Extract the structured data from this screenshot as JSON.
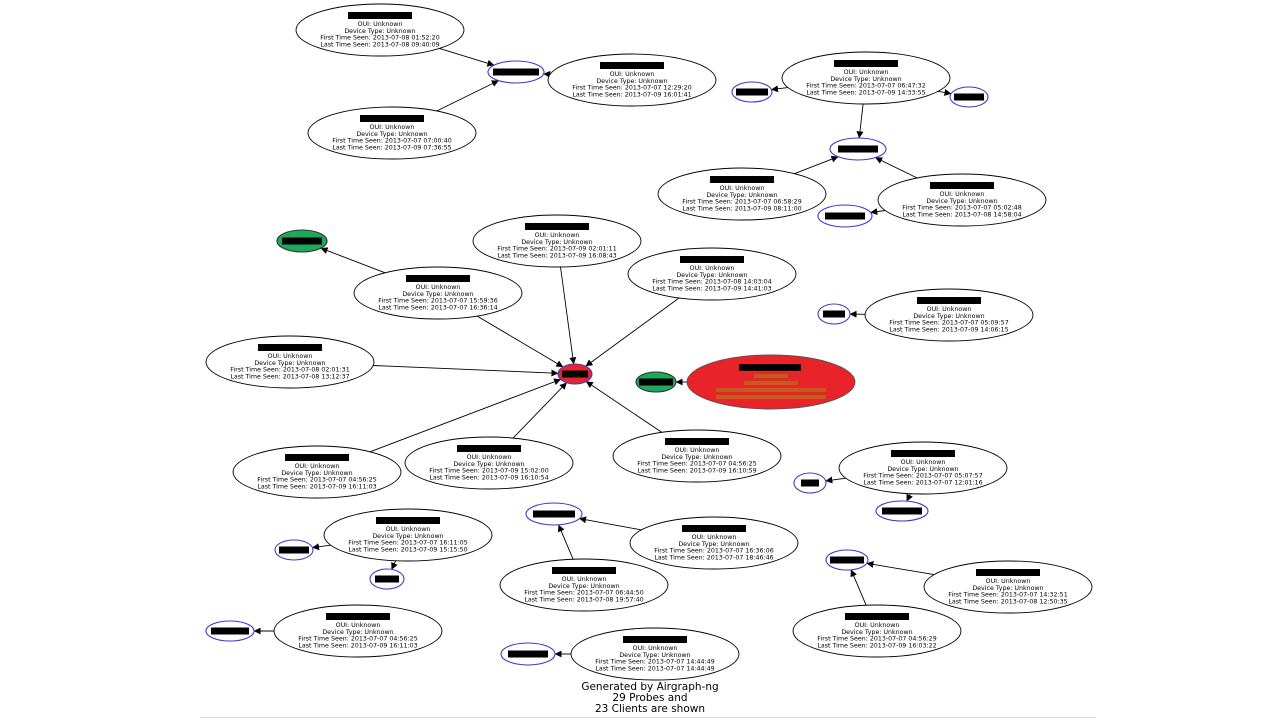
{
  "colors": {
    "client_fill": "#ffffff",
    "client_stroke": "#000000",
    "probe_stroke": "#3a3acd",
    "ap_fill": "#e8232a",
    "associated_fill": "#1ea85a",
    "redaction": "#000000",
    "edge": "#000000"
  },
  "labels": {
    "oui_prefix": "OUI: ",
    "device_prefix": "Device Type: ",
    "first_prefix": "First Time Seen:  ",
    "last_prefix": "Last Time Seen:  "
  },
  "footer": {
    "line1": "Generated by Airgraph-ng",
    "line2": "29 Probes and",
    "line3": "23 Clients are shown"
  },
  "clients": [
    {
      "id": "c1",
      "oui": "Unknown",
      "device": "Unknown",
      "first": "2013-07-08 01:52:20",
      "last": "2013-07-08 09:40:09"
    },
    {
      "id": "c2",
      "oui": "Unknown",
      "device": "Unknown",
      "first": "2013-07-07 12:29:20",
      "last": "2013-07-09 16:01:41"
    },
    {
      "id": "c3",
      "oui": "Unknown",
      "device": "Unknown",
      "first": "2013-07-07 07:00:40",
      "last": "2013-07-09 07:36:55"
    },
    {
      "id": "c4",
      "oui": "Unknown",
      "device": "Unknown",
      "first": "2013-07-07 06:47:32",
      "last": "2013-07-09 14:33:55"
    },
    {
      "id": "c5",
      "oui": "Unknown",
      "device": "Unknown",
      "first": "2013-07-07 06:58:29",
      "last": "2013-07-09 08:11:00"
    },
    {
      "id": "c6",
      "oui": "Unknown",
      "device": "Unknown",
      "first": "2013-07-07 05:02:48",
      "last": "2013-07-08 14:58:04"
    },
    {
      "id": "c7",
      "oui": "Unknown",
      "device": "Unknown",
      "first": "2013-07-09 02:01:11",
      "last": "2013-07-09 16:08:43"
    },
    {
      "id": "c8",
      "oui": "Unknown",
      "device": "Unknown",
      "first": "2013-07-07 15:59:36",
      "last": "2013-07-07 16:36:14"
    },
    {
      "id": "c9",
      "oui": "Unknown",
      "device": "Unknown",
      "first": "2013-07-08 14:03:04",
      "last": "2013-07-09 14:41:03"
    },
    {
      "id": "c10",
      "oui": "Unknown",
      "device": "Unknown",
      "first": "2013-07-07 05:09:57",
      "last": "2013-07-09 14:06:15"
    },
    {
      "id": "c11",
      "oui": "Unknown",
      "device": "Unknown",
      "first": "2013-07-08 02:01:31",
      "last": "2013-07-08 13:12:37"
    },
    {
      "id": "c12",
      "oui": "Unknown",
      "device": "Unknown",
      "first": "2013-07-07 04:56:25",
      "last": "2013-07-09 16:11:03"
    },
    {
      "id": "c13",
      "oui": "Unknown",
      "device": "Unknown",
      "first": "2013-07-09 15:02:00",
      "last": "2013-07-09 16:10:54"
    },
    {
      "id": "c14",
      "oui": "Unknown",
      "device": "Unknown",
      "first": "2013-07-07 04:56:25",
      "last": "2013-07-09 16:10:59"
    },
    {
      "id": "c15",
      "oui": "Unknown",
      "device": "Unknown",
      "first": "2013-07-07 05:07:57",
      "last": "2013-07-07 12:01:16"
    },
    {
      "id": "c16",
      "oui": "Unknown",
      "device": "Unknown",
      "first": "2013-07-07 16:11:05",
      "last": "2013-07-09 15:15:50"
    },
    {
      "id": "c17",
      "oui": "Unknown",
      "device": "Unknown",
      "first": "2013-07-07 16:36:06",
      "last": "2013-07-07 18:46:46"
    },
    {
      "id": "c18",
      "oui": "Unknown",
      "device": "Unknown",
      "first": "2013-07-07 06:44:50",
      "last": "2013-07-08 19:57:40"
    },
    {
      "id": "c19",
      "oui": "Unknown",
      "device": "Unknown",
      "first": "2013-07-07 14:32:51",
      "last": "2013-07-08 12:50:35"
    },
    {
      "id": "c20",
      "oui": "Unknown",
      "device": "Unknown",
      "first": "2013-07-07 04:56:25",
      "last": "2013-07-09 16:11:03"
    },
    {
      "id": "c21",
      "oui": "Unknown",
      "device": "Unknown",
      "first": "2013-07-07 04:56:29",
      "last": "2013-07-09 16:03:22"
    },
    {
      "id": "c22",
      "oui": "Unknown",
      "device": "Unknown",
      "first": "2013-07-07 14:44:49",
      "last": "2013-07-07 14:44:49"
    }
  ]
}
